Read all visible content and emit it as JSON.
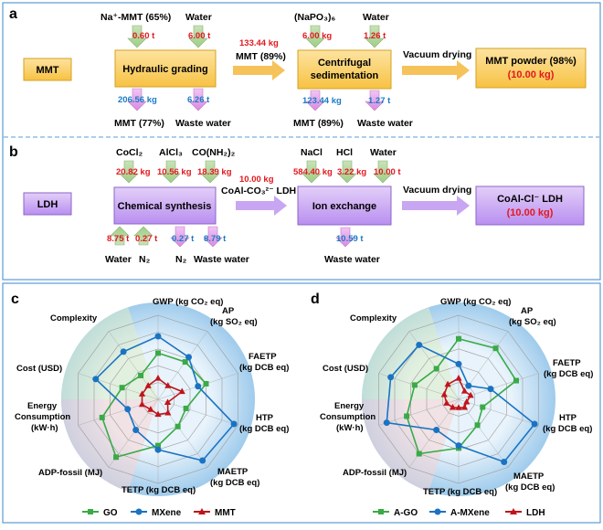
{
  "panel_a": {
    "letter": "a",
    "tag": "MMT",
    "inputs": {
      "mmt_source": "Na⁺-MMT (65%)",
      "water1": "Water",
      "napo3": "(NaPO₃)₆",
      "water2": "Water"
    },
    "amounts": {
      "mmt_in": "0.60 t",
      "water1_in": "6.00 t",
      "between": "133.44 kg",
      "napo3_in": "6.00 kg",
      "water2_in": "1.26 t",
      "mmt77_out": "206.56 kg",
      "ww1_out": "6.26 t",
      "mmt89_out": "123.44 kg",
      "ww2_out": "1.27 t"
    },
    "boxes": {
      "grading": "Hydraulic grading",
      "sed_line1": "Centrifugal",
      "sed_line2": "sedimentation",
      "powder": "MMT powder (98%)",
      "powder_amount": "(10.00 kg)"
    },
    "between_label": "MMT (89%)",
    "drying": "Vacuum drying",
    "outputs": {
      "mmt77": "MMT (77%)",
      "ww1": "Waste water",
      "mmt89": "MMT (89%)",
      "ww2": "Waste water"
    }
  },
  "panel_b": {
    "letter": "b",
    "tag": "LDH",
    "inputs": {
      "cocl2": "CoCl₂",
      "alcl3": "AlCl₃",
      "urea": "CO(NH₂)₂",
      "nacl": "NaCl",
      "hcl": "HCl",
      "water": "Water"
    },
    "amounts": {
      "cocl2_in": "20.82 kg",
      "alcl3_in": "10.56 kg",
      "urea_in": "18.39 kg",
      "between": "10.00 kg",
      "nacl_in": "584.40 kg",
      "hcl_in": "3.22 kg",
      "water_in": "10.00 t",
      "water_bottom": "8.75 t",
      "n2_bottom": "0.27 t",
      "n2_out": "0.27 t",
      "ww1_out": "8.79 t",
      "ww2_out": "10.59 t"
    },
    "boxes": {
      "synthesis": "Chemical synthesis",
      "exchange": "Ion exchange",
      "product": "CoAl-Cl⁻ LDH",
      "product_amount": "(10.00 kg)"
    },
    "between_label": "CoAl-CO₃²⁻ LDH",
    "drying": "Vacuum drying",
    "bottom": {
      "water": "Water",
      "n2_in": "N₂",
      "n2_out": "N₂",
      "ww1": "Waste water",
      "ww2": "Waste water"
    }
  },
  "colors": {
    "mmt_box": "#f7cf55",
    "ldh_box": "#c9a6f2",
    "red": "#e3181f",
    "blue": "#1a7bc5",
    "green_arrow": "#b9d9a6",
    "pink_arrow": "#e8a8ee",
    "yellow_arrow": "#f6c25a",
    "purple_arrow": "#c9a6f2",
    "go": "#3aaa47",
    "mxene": "#1a73c2",
    "mmt": "#c0141b"
  },
  "chart_data": [
    {
      "type": "radar",
      "panel": "c",
      "axes": [
        "GWP (kg CO₂ eq)",
        "AP (kg SO₂ eq)",
        "FAETP (kg DCB eq)",
        "HTP (kg DCB eq)",
        "MAETP (kg DCB eq)",
        "TETP (kg DCB eq)",
        "ADP-fossil (MJ)",
        "Energy Consumption (kW·h)",
        "Cost (USD)",
        "Complexity"
      ],
      "rings": 5,
      "series": [
        {
          "name": "GO",
          "values": [
            0.55,
            0.55,
            0.6,
            0.35,
            0.4,
            0.55,
            0.85,
            0.7,
            0.45,
            0.35
          ]
        },
        {
          "name": "MXene",
          "values": [
            0.75,
            0.62,
            0.5,
            0.95,
            0.9,
            0.6,
            0.45,
            0.38,
            0.78,
            0.7
          ]
        },
        {
          "name": "MMT",
          "values": [
            0.25,
            0.2,
            0.3,
            0.12,
            0.2,
            0.18,
            0.15,
            0.2,
            0.2,
            0.2
          ]
        }
      ]
    },
    {
      "type": "radar",
      "panel": "d",
      "axes": [
        "GWP (kg CO₂ eq)",
        "AP (kg SO₂ eq)",
        "FAETP (kg DCB eq)",
        "HTP (kg DCB eq)",
        "MAETP (kg DCB eq)",
        "TETP (kg DCB eq)",
        "ADP-fossil (MJ)",
        "Energy Consumption (kW·h)",
        "Cost (USD)",
        "Complexity"
      ],
      "rings": 5,
      "series": [
        {
          "name": "A-GO",
          "values": [
            0.72,
            0.75,
            0.72,
            0.3,
            0.38,
            0.58,
            0.8,
            0.65,
            0.55,
            0.45
          ]
        },
        {
          "name": "A-MXene",
          "values": [
            0.42,
            0.2,
            0.4,
            0.95,
            0.92,
            0.55,
            0.45,
            0.9,
            0.85,
            0.8
          ]
        },
        {
          "name": "LDH",
          "values": [
            0.25,
            0.12,
            0.15,
            0.1,
            0.12,
            0.1,
            0.12,
            0.15,
            0.18,
            0.22
          ]
        }
      ]
    }
  ],
  "panel_c": {
    "letter": "c",
    "legend": [
      "GO",
      "MXene",
      "MMT"
    ]
  },
  "panel_d": {
    "letter": "d",
    "legend": [
      "A-GO",
      "A-MXene",
      "LDH"
    ]
  }
}
